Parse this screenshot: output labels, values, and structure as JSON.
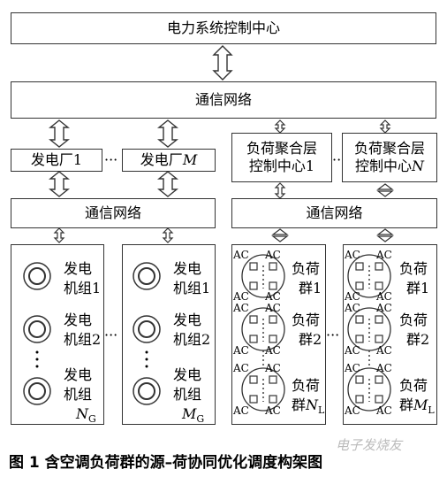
{
  "control_center": "电力系统控制中心",
  "comm_network_top": "通信网络",
  "power_plant_1": "发电厂1",
  "power_plant_m_prefix": "发电厂",
  "power_plant_m_var": "M",
  "ellipsis": "···",
  "load_ctrl_1_line1": "负荷聚合层",
  "load_ctrl_1_line2": "控制中心1",
  "load_ctrl_n_line1": "负荷聚合层",
  "load_ctrl_n_line2": "控制中心",
  "load_ctrl_n_var": "N",
  "comm_network_left": "通信网络",
  "comm_network_right": "通信网络",
  "gen_unit_line1": "发电",
  "gen_unit_1_line2": "机组1",
  "gen_unit_2_line2": "机组2",
  "gen_unit_last_line2": "机组",
  "gen_unit_ng_var": "N",
  "gen_unit_ng_sub": "G",
  "gen_unit_mg_var": "M",
  "gen_unit_mg_sub": "G",
  "load_group_line1": "负荷",
  "load_group_1_line2": "群1",
  "load_group_2_line2": "群2",
  "load_group_last_prefix": "群",
  "load_group_nl_var": "N",
  "load_group_nl_sub": "L",
  "load_group_ml_var": "M",
  "load_group_ml_sub": "L",
  "ac_label": "AC",
  "caption": "图 1   含空调负荷群的源–荷协同优化调度构架图",
  "watermark": "电子发烧友",
  "colors": {
    "border": "#333333",
    "arrow_fill": "#ffffff"
  }
}
